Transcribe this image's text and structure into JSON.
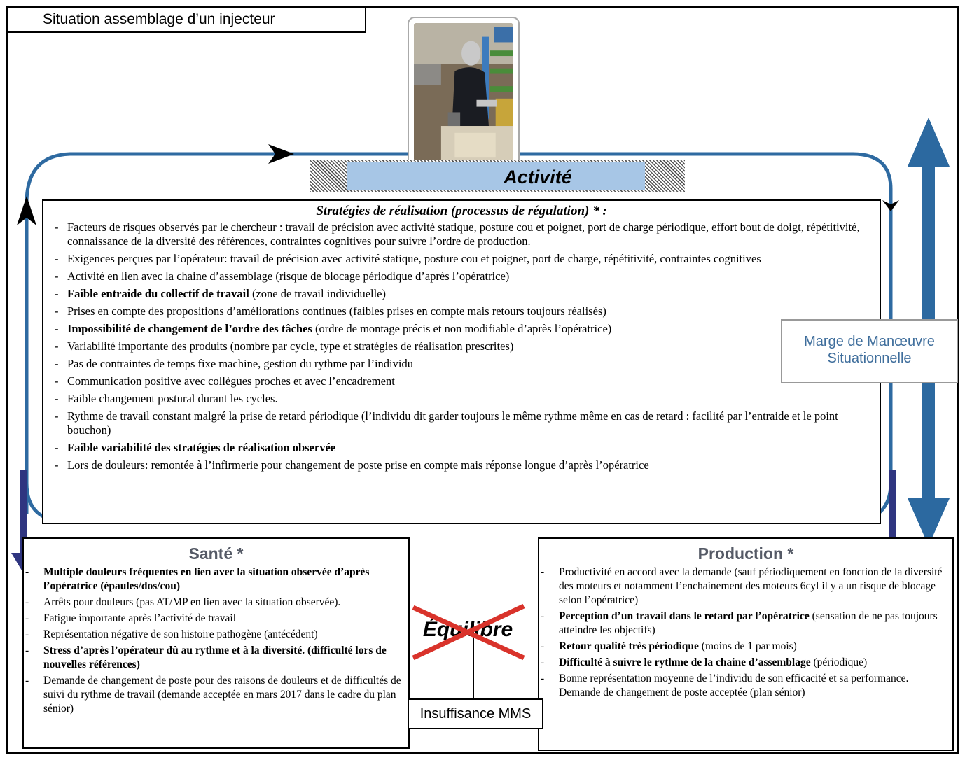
{
  "title": "Situation assemblage d’un injecteur",
  "center_label": "Activité",
  "strategies": {
    "heading": "Stratégies de réalisation (processus de régulation) * :",
    "items": [
      {
        "bold": "",
        "text": "Facteurs de risques observés par le chercheur : travail de précision avec activité statique, posture cou et poignet, port de charge périodique, effort bout de doigt, répétitivité, connaissance de la diversité des références, contraintes cognitives pour suivre l’ordre de production."
      },
      {
        "bold": "",
        "text": "Exigences perçues par l’opérateur: travail de précision avec activité statique, posture cou et poignet, port de charge, répétitivité, contraintes cognitives"
      },
      {
        "bold": "",
        "text": "Activité en lien avec la chaine d’assemblage (risque de blocage périodique d’après l’opératrice)"
      },
      {
        "bold": "Faible entraide du collectif de travail",
        "text": " (zone de travail individuelle)"
      },
      {
        "bold": "",
        "text": "Prises en compte des propositions d’améliorations continues (faibles prises en compte mais retours toujours réalisés)"
      },
      {
        "bold": "Impossibilité de changement de l’ordre des tâches",
        "text": " (ordre de montage précis et non modifiable d’après l’opératrice)"
      },
      {
        "bold": "",
        "text": "Variabilité importante des produits (nombre par cycle, type et stratégies de réalisation prescrites)"
      },
      {
        "bold": "",
        "text": "Pas de contraintes de temps fixe machine, gestion du rythme par l’individu"
      },
      {
        "bold": "",
        "text": "Communication positive avec collègues proches et avec l’encadrement"
      },
      {
        "bold": "",
        "text": "Faible changement postural durant les cycles."
      },
      {
        "bold": "",
        "text": "Rythme de travail constant malgré la prise de retard périodique (l’individu dit garder toujours le même rythme même en cas de retard : facilité par l’entraide et le point bouchon)"
      },
      {
        "bold": "Faible variabilité des stratégies de réalisation observée",
        "text": ""
      },
      {
        "bold": "",
        "text": "Lors de douleurs: remontée à l’infirmerie pour changement de poste prise en compte mais réponse longue d’après l’opératrice"
      }
    ]
  },
  "mms_label_line1": "Marge de Manœuvre",
  "mms_label_line2": "Situationnelle",
  "sante": {
    "heading": "Santé *",
    "items": [
      {
        "bold": "Multiple douleurs fréquentes en lien avec la situation observée d’après l’opératrice (épaules/dos/cou)",
        "text": ""
      },
      {
        "bold": "",
        "text": "Arrêts pour douleurs (pas AT/MP en lien avec la situation observée)."
      },
      {
        "bold": "",
        "text": "Fatigue importante après l’activité de travail"
      },
      {
        "bold": "",
        "text": "Représentation négative de son histoire pathogène (antécédent)"
      },
      {
        "bold": "Stress d’après l’opérateur dû au rythme et à la diversité. (difficulté lors de nouvelles références)",
        "text": ""
      },
      {
        "bold": "",
        "text": "Demande de changement de poste pour des raisons de douleurs et de difficultés de suivi du rythme de travail (demande acceptée en mars 2017 dans le cadre du plan sénior)"
      }
    ]
  },
  "production": {
    "heading": "Production *",
    "items": [
      {
        "bold": "",
        "text": "Productivité en accord avec la demande (sauf périodiquement en fonction de la diversité des moteurs et notamment l’enchainement des moteurs 6cyl il y a un risque de blocage selon l’opératrice)"
      },
      {
        "bold": "Perception d’un travail dans le retard par l’opératrice",
        "text": " (sensation de ne pas toujours atteindre les objectifs)"
      },
      {
        "bold": "Retour qualité très périodique",
        "text": " (moins de 1 par mois)"
      },
      {
        "bold": "Difficulté à suivre le rythme de la chaine d’assemblage",
        "text": " (périodique)"
      },
      {
        "bold": "",
        "text": "Bonne représentation  moyenne de l’individu de son efficacité et sa performance. Demande de changement de poste acceptée (plan sénior)"
      }
    ]
  },
  "equilibre_label": "Équilibre",
  "insuffisance_label": "Insuffisance MMS",
  "colors": {
    "loop_blue": "#2e6aa1",
    "mms_arrow_blue": "#2c69a0",
    "down_arrow_navy": "#2f3580",
    "activite_fill": "#a7c6e6",
    "cross_red": "#d9332b",
    "heading_grey": "#555a66",
    "mms_text": "#3f6e9c"
  },
  "icons": [
    "photo-operator-at-workstation",
    "loop-arrow",
    "double-headed-arrow",
    "down-arrow",
    "red-cross"
  ]
}
